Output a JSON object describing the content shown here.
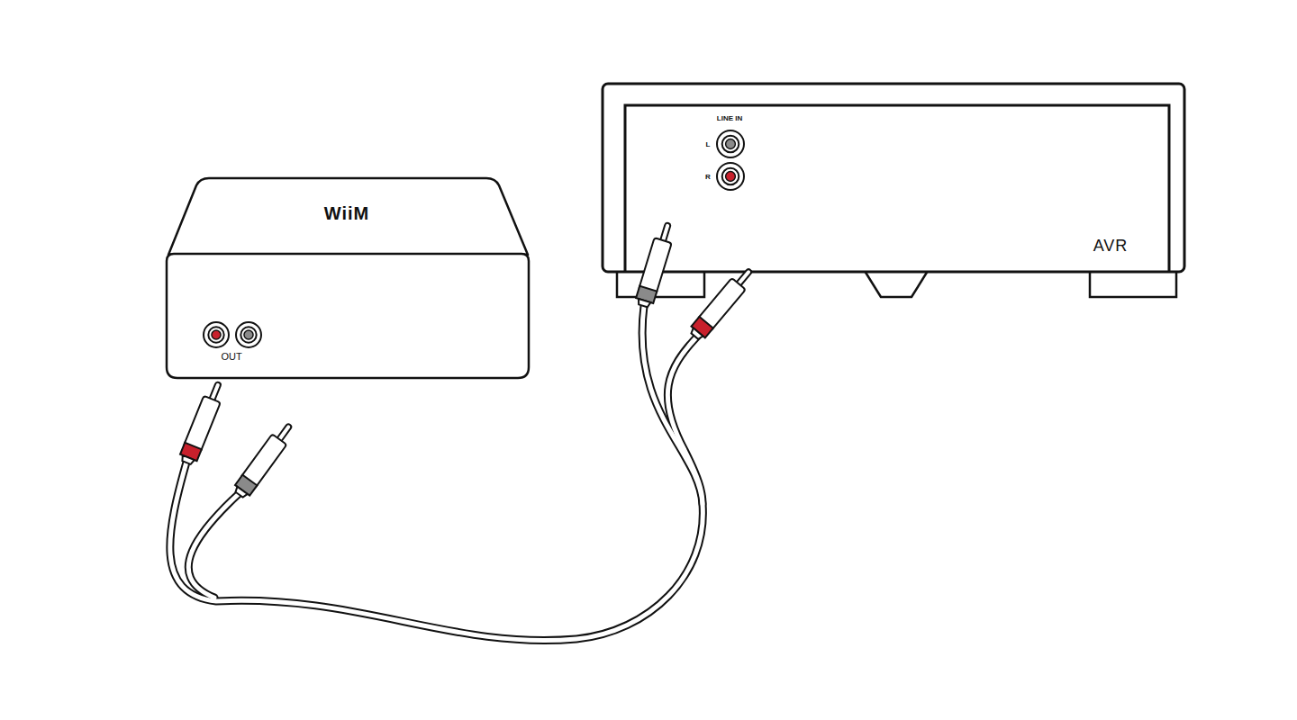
{
  "diagram": {
    "nodes": [
      {
        "text": [
          "WiiM",
          "OUT"
        ]
      },
      {
        "text": [
          "LINE IN",
          "L",
          "R",
          "AVR"
        ]
      }
    ]
  }
}
